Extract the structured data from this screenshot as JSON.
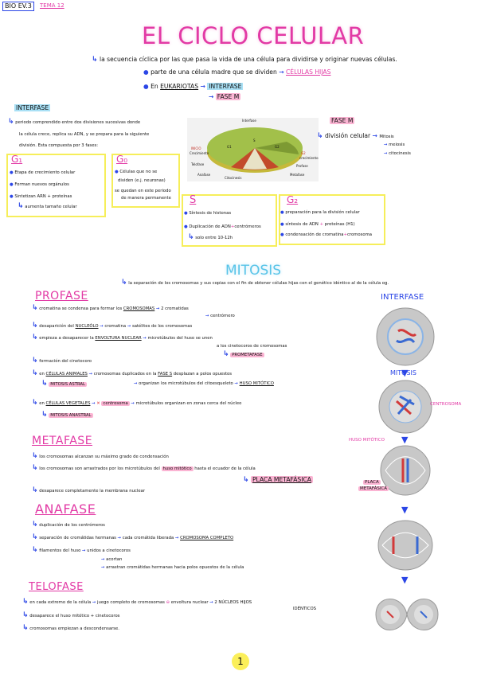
{
  "header": {
    "tag1": "BIO EV.3",
    "tag2": "TEMA 12",
    "title": "EL CICLO CELULAR",
    "page_number": "1"
  },
  "intro": {
    "line1": "la secuencia cíclica por las que pasa la vida de una célula para dividirse y originar nuevas células.",
    "b1a": "parte de una célula madre que se dividen",
    "b1b": "CÉLULAS HIJAS",
    "b2a": "En",
    "b2b": "EUKARIOTAS",
    "b2c": "INTERFASE",
    "b2d": "FASE M"
  },
  "interfase": {
    "heading": "INTERFASE",
    "desc1": "periodo comprendido entre dos divisiones sucesivas donde",
    "desc2": "la célula crece, replica su ADN, y se prepara para la siguiente",
    "desc3": "división. Esta compuesta por 3 fases:",
    "g1": {
      "title": "G₁",
      "l1": "Etapa de crecimiento celular",
      "l2": "Forman nuevos orgánulos",
      "l3": "Sintetizan ARN + proteínas",
      "l4": "aumenta tamaño celular"
    },
    "g0": {
      "title": "G₀",
      "l1": "Células que no se",
      "l2": "dividen (e.j. neuronas)",
      "l3": "se quedan en este periodo",
      "l4": "de manera permanente"
    },
    "s": {
      "title": "S",
      "l1": "Síntesis de histonas",
      "l2a": "Duplicación de ADN",
      "l2b": "centrómeros",
      "l3": "solo entre 10-12h"
    },
    "g2": {
      "title": "G₂",
      "l1": "preparación para la división celular",
      "l2a": "síntesis de ADN",
      "l2b": "proteínas (H1)",
      "l3a": "condensación de cromatina",
      "l3b": "cromosoma"
    }
  },
  "cycle_diagram": {
    "top": "Interfase",
    "g1": "G1",
    "s": "S",
    "g2": "G2",
    "inicio1": "INICIO",
    "inicio2": "Crecimiento",
    "g2b1": "G2",
    "g2b2": "crecimiento",
    "telofase": "Telofase",
    "anafase": "Anafase",
    "metafase": "Metafase",
    "profase": "Profase",
    "citoc": "Citocinesis"
  },
  "fasem": {
    "heading": "FASE M",
    "label": "división celular",
    "i1": "Mitosis",
    "i2": "meiosis",
    "i3": "citocinesis"
  },
  "mitosis": {
    "heading": "MITOSIS",
    "desc": "la separación de los cromosomas y sus copias con el fin de obtener células hijas con el genético idéntico al de la célula og."
  },
  "profase": {
    "heading": "PROFASE",
    "l1a": "cromatina se condensa para formar los",
    "l1b": "CROMOSOMAS",
    "l1c": "2 cromatidas",
    "l1d": "centrómero",
    "l2a": "desaparición del",
    "l2b": "NUCLEÓLO",
    "l2c": "cromatina",
    "l2d": "satélites de los cromosomas",
    "l3a": "empieza a desaparecer la",
    "l3b": "ENVOLTURA NUCLEAR",
    "l3c": "microtúbulos del huso se unen",
    "l3d": "a los cinetocoros de cromosomas",
    "l3e": "PROMETAFASE",
    "l4": "formación del cinetocoro",
    "l5a": "en",
    "l5b": "CÉLULAS ANIMALES",
    "l5c": "cromosomas duplicados en la",
    "l5d": "FASE S",
    "l5e": "desplazan a polos opuestos",
    "l5f": "organizan los microtúbulos del citoesqueleto",
    "l5g": "HUSO MITÓTICO",
    "l5h": "MITOSIS ASTRAL",
    "l6a": "en",
    "l6b": "CÉLULAS VEGETALES",
    "l6c": "centrosoma",
    "l6d": "microtúbulos organizan en zonas cerca del núcleo",
    "l6e": "MITOSIS ANASTRAL"
  },
  "metafase": {
    "heading": "METAFASE",
    "l1": "los cromosomas alcanzan su máximo grado de condensación",
    "l2a": "los cromosomas son arrastrados por los microtúbulos del",
    "l2b": "huso mitótico",
    "l2c": "hasta el ecuador de la célula",
    "l2d": "PLACA METAFÁSICA",
    "l3": "desaparece completamente la membrana nuclear"
  },
  "anafase": {
    "heading": "ANAFASE",
    "l1": "duplicación de los centrómeros",
    "l2a": "separación de cromátidas hermanas",
    "l2b": "cada cromátida liberada",
    "l2c": "CROMOSOMA COMPLETO",
    "l3a": "filamentos del huso",
    "l3b": "unidos a cinetocoros",
    "l3c": "acortan",
    "l3d": "arrastran cromátidas hermanas hacia polos opuestos de la célula"
  },
  "telofase": {
    "heading": "TELOFASE",
    "l1a": "en cada extremo de la célula",
    "l1b": "juego completo de cromosomas",
    "l1c": "envoltura nuclear",
    "l1d": "2 NÚCLEOS HIJOS",
    "l1e": "IDÉNTICOS",
    "l2": "desaparece el huso mitótico + cinetocoros",
    "l3": "cromosomas empiezan a descondensarse."
  },
  "right_column": {
    "interfase": "INTERFASE",
    "mitosis": "MITOSIS",
    "centrosoma": "CENTROSOMA",
    "huso": "HUSO MITÓTICO",
    "placa1": "PLACA",
    "placa2": "METAFÁSICA"
  }
}
